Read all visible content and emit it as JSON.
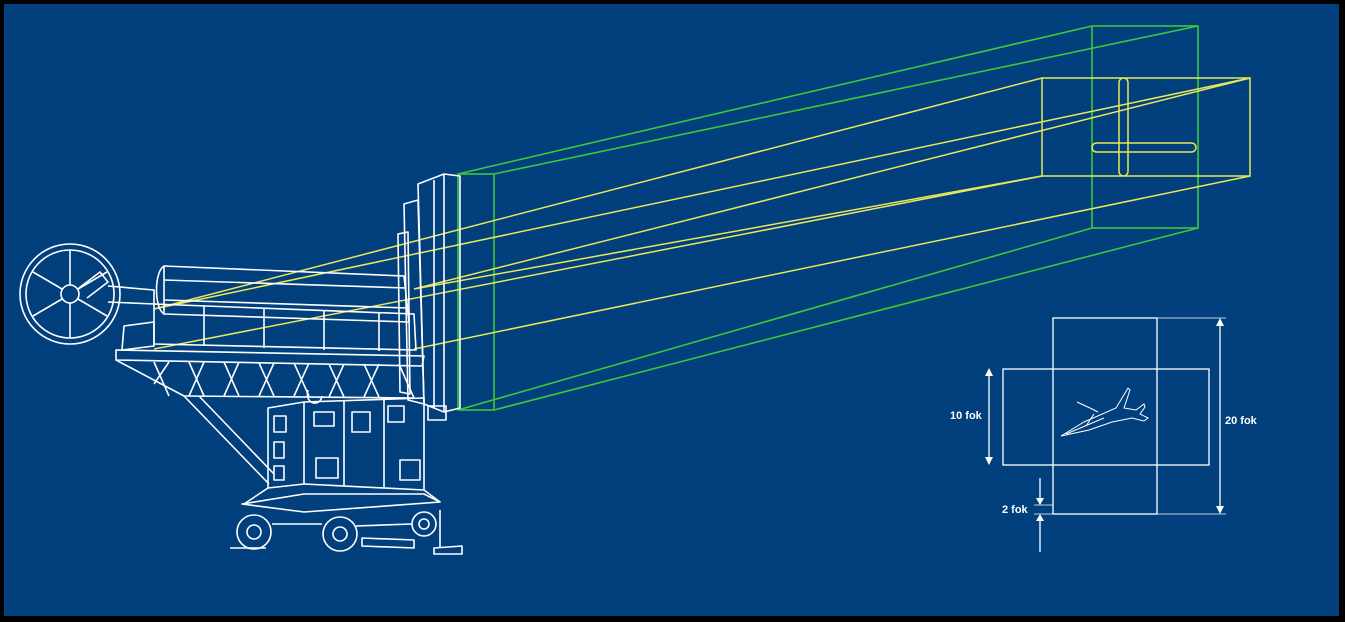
{
  "colors": {
    "background": "#023f7d",
    "border": "#000000",
    "machine": "#ffffff",
    "wide_beam": "#3cc83c",
    "narrow_beam": "#e8e85a"
  },
  "dimensions": {
    "inner_height_label": "10 fok",
    "outer_height_label": "20 fok",
    "offset_label": "2 fok"
  }
}
